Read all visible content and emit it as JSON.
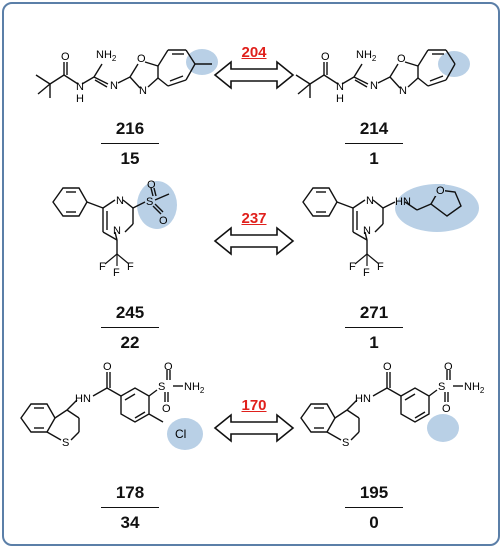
{
  "pairs": [
    {
      "delta": "204",
      "left": {
        "top": "216",
        "bottom": "15",
        "labels": {
          "amine": "NH2",
          "imine_n": "N",
          "amide_nh": "H\nN",
          "oxazole_o": "O",
          "oxazole_n": "N",
          "carbonyl_o": "O"
        }
      },
      "right": {
        "top": "214",
        "bottom": "1",
        "labels": {
          "amine": "NH2",
          "imine_n": "N",
          "amide_nh": "H\nN",
          "oxazole_o": "O",
          "oxazole_n": "N",
          "carbonyl_o": "O"
        }
      }
    },
    {
      "delta": "237",
      "left": {
        "top": "245",
        "bottom": "22",
        "labels": {
          "n1": "N",
          "n2": "N",
          "s": "S",
          "o1": "O",
          "o2": "O",
          "f1": "F",
          "f2": "F",
          "f3": "F"
        }
      },
      "right": {
        "top": "271",
        "bottom": "1",
        "labels": {
          "n1": "N",
          "n2": "N",
          "hn": "H\nN",
          "o": "O",
          "f1": "F",
          "f2": "F",
          "f3": "F"
        }
      }
    },
    {
      "delta": "170",
      "left": {
        "top": "178",
        "bottom": "34",
        "labels": {
          "o_amide": "O",
          "hn": "HN",
          "s_thio": "S",
          "s_sulf": "S",
          "o1": "O",
          "o2": "O",
          "nh2": "NH2",
          "cl": "Cl"
        }
      },
      "right": {
        "top": "195",
        "bottom": "0",
        "labels": {
          "o_amide": "O",
          "hn": "HN",
          "s_thio": "S",
          "s_sulf": "S",
          "o1": "O",
          "o2": "O",
          "nh2": "NH2"
        }
      }
    }
  ],
  "colors": {
    "frame": "#5b7fa8",
    "highlight": "#b9d0e6",
    "delta": "#e0201c",
    "ink": "#111111"
  }
}
